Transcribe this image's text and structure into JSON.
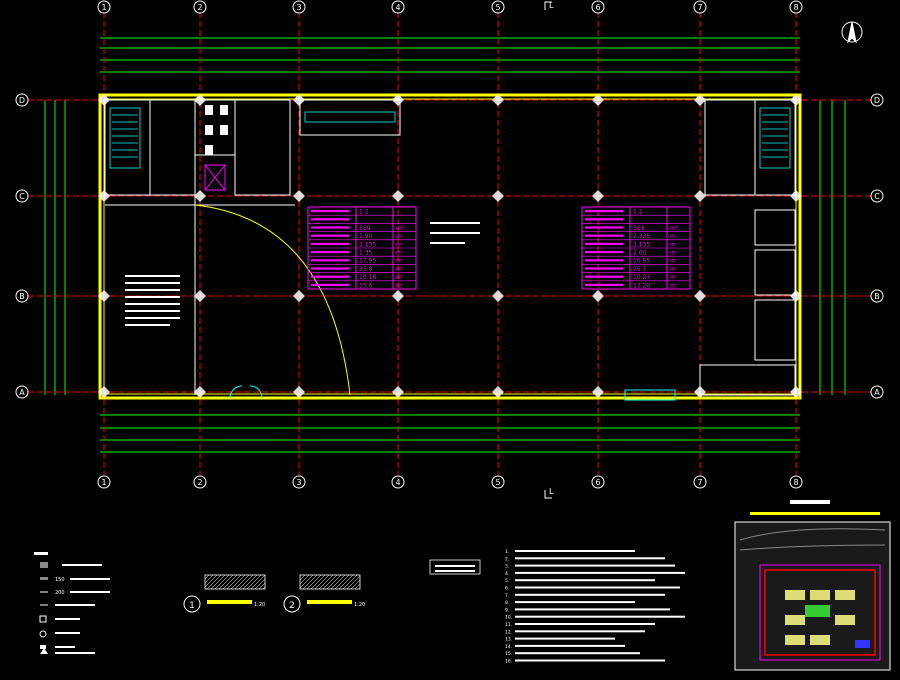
{
  "axes": {
    "columns": [
      "1",
      "2",
      "3",
      "4",
      "5",
      "6",
      "7",
      "8"
    ],
    "rows": [
      "A",
      "B",
      "C",
      "D"
    ]
  },
  "section_mark": "L",
  "room_tables": {
    "left": {
      "rows": [
        {
          "value": "1.2"
        },
        {
          "value": ""
        },
        {
          "value": "519",
          "unit": "m²"
        },
        {
          "value": "1.90",
          "unit": "m"
        },
        {
          "value": "2.135",
          "unit": "m"
        },
        {
          "value": "1.35",
          "unit": "m"
        },
        {
          "value": "17.95",
          "unit": "m"
        },
        {
          "value": "25.8",
          "unit": "m"
        },
        {
          "value": "10.18",
          "unit": "m"
        },
        {
          "value": "15.6",
          "unit": "m"
        }
      ]
    },
    "right": {
      "rows": [
        {
          "value": "1.2"
        },
        {
          "value": ""
        },
        {
          "value": "511",
          "unit": "m²"
        },
        {
          "value": "2.335",
          "unit": "m"
        },
        {
          "value": "2.135",
          "unit": "m"
        },
        {
          "value": "2.60",
          "unit": "m"
        },
        {
          "value": "16.95",
          "unit": "m"
        },
        {
          "value": "25.7",
          "unit": "m"
        },
        {
          "value": "10.27",
          "unit": "m"
        },
        {
          "value": "17.20",
          "unit": "m"
        }
      ]
    }
  },
  "details": {
    "detail_1": {
      "num": "1",
      "scale": "1:20"
    },
    "detail_2": {
      "num": "2",
      "scale": "1:20"
    }
  },
  "legend_block": {
    "items": [
      "150",
      "200"
    ]
  },
  "notes_block": {
    "lines": [
      "1.",
      "2.",
      "3.",
      "4.",
      "5.",
      "6.",
      "7.",
      "8.",
      "9.",
      "10.",
      "11.",
      "12.",
      "13.",
      "14.",
      "15.",
      "16."
    ]
  },
  "colors": {
    "background": "#000000",
    "walls": "#ffff00",
    "axis_lines": "#ff0000",
    "dimensions": "#00ff00",
    "text_white": "#ffffff",
    "room_tables": "#ff00ff",
    "columns": "#ffffff"
  }
}
